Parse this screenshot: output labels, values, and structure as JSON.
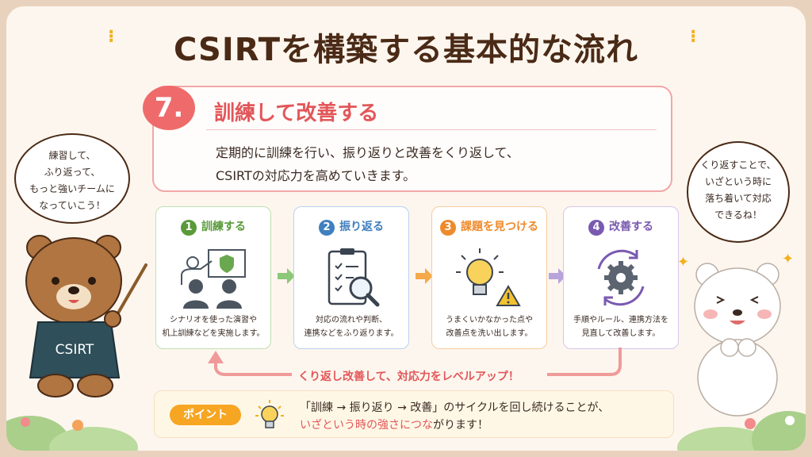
{
  "title": "CSIRTを構築する基本的な流れ",
  "step": {
    "number": "7.",
    "title": "訓練して改善する",
    "desc_line1": "定期的に訓練を行い、振り返りと改善をくり返して、",
    "desc_line2": "CSIRTの対応力を高めていきます。"
  },
  "phases": [
    {
      "num": "1",
      "label": "訓練する",
      "text1": "シナリオを使った演習や",
      "text2": "机上訓練などを実施します。",
      "color": "#5a9a3a"
    },
    {
      "num": "2",
      "label": "振り返る",
      "text1": "対応の流れや判断、",
      "text2": "連携などをふり返ります。",
      "color": "#3f7fbf"
    },
    {
      "num": "3",
      "label": "課題を見つける",
      "text1": "うまくいかなかった点や",
      "text2": "改善点を洗い出します。",
      "color": "#ee8a2b"
    },
    {
      "num": "4",
      "label": "改善する",
      "text1": "手順やルール、連携方法を",
      "text2": "見直して改善します。",
      "color": "#7a5ab0"
    }
  ],
  "loop_label": "くり返し改善して、対応力をレベルアップ！",
  "point": {
    "tag": "ポイント",
    "line1": "「訓練 → 振り返り → 改善」のサイクルを回し続けることが、",
    "line2_red": "いざという時の強さにつな",
    "line2_rest": "がります！"
  },
  "left_bubble": {
    "l1": "練習して、",
    "l2": "ふり返って、",
    "l3": "もっと強いチームに",
    "l4": "なっていこう！"
  },
  "right_bubble": {
    "l1": "くり返すことで、",
    "l2": "いざという時に",
    "l3": "落ち着いて対応",
    "l4": "できるね！"
  },
  "bear_shirt": "CSIRT",
  "colors": {
    "accent_red": "#e2575a",
    "title_brown": "#4a2a16",
    "point_orange": "#f6a623"
  }
}
